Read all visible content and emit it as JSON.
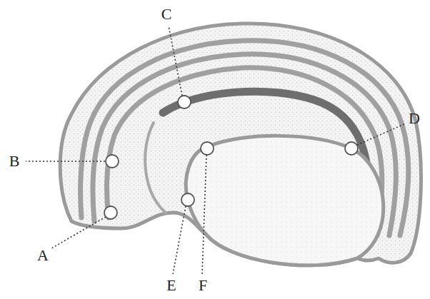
{
  "diagram": {
    "labels": [
      "A",
      "B",
      "C",
      "D",
      "E",
      "F"
    ]
  }
}
